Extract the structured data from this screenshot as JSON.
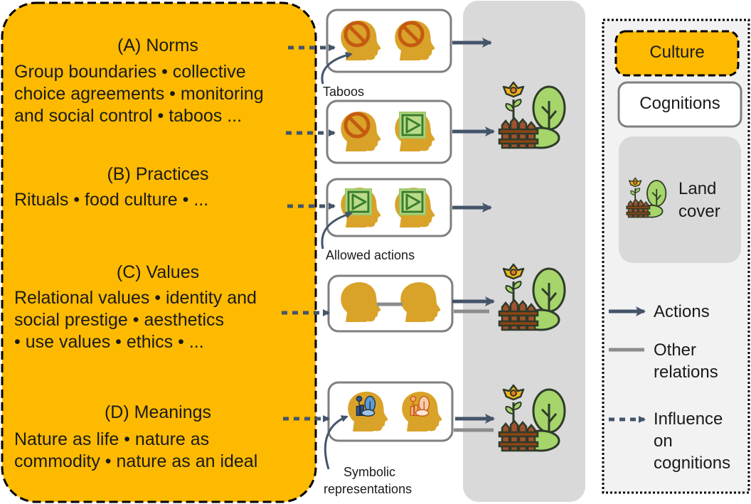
{
  "culture_panel": {
    "sections": [
      {
        "title": "(A) Norms",
        "lines": [
          "Group boundaries • collective",
          "choice agreements • monitoring",
          "and social control • taboos ..."
        ]
      },
      {
        "title": "(B) Practices",
        "lines": [
          "Rituals • food culture • ..."
        ]
      },
      {
        "title": "(C) Values",
        "lines": [
          "Relational values • identity and",
          "social prestige • aesthetics",
          "• use values • ethics • ..."
        ]
      },
      {
        "title": "(D) Meanings",
        "lines": [
          "Nature as life • nature as",
          "commodity • nature as an ideal"
        ]
      }
    ]
  },
  "captions": {
    "taboos": "Taboos",
    "allowed_actions": "Allowed actions",
    "symbolic_line1": "Symbolic",
    "symbolic_line2": "representations"
  },
  "legend": {
    "culture": "Culture",
    "cognitions": "Cognitions",
    "land_cover_line1": "Land",
    "land_cover_line2": "cover",
    "actions": "Actions",
    "other_relations_line1": "Other",
    "other_relations_line2": "relations",
    "influence_line1": "Influence",
    "influence_line2": "on",
    "influence_line3": "cognitions"
  },
  "icons": [
    "prohibition-icon",
    "play-icon",
    "head-icon",
    "land-cover-icon",
    "tree-icon",
    "flower-icon",
    "fence-icon"
  ],
  "colors": {
    "culture_fill": "#FDBA00",
    "head": "#D9A228",
    "prohibit": "#C55A11",
    "allowed_fill": "#B9DC8A",
    "allowed_dark": "#3A7D2C",
    "arrow": "#44546A",
    "other_relation": "#8C8C8C",
    "land_panel": "#D9D9D9"
  }
}
